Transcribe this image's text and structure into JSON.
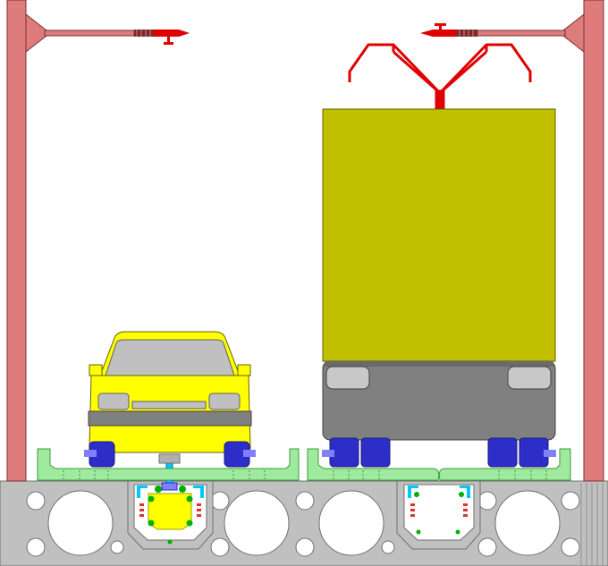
{
  "colors": {
    "background": "#ffffff",
    "pole": "#de7b7b",
    "pole_outline": "#7a3030",
    "insulator": "#7a2b2b",
    "pantograph": "#e00000",
    "car_body": "#ffff00",
    "car_glass": "#c0c0c0",
    "car_trim": "#808080",
    "truck_body": "#c0c000",
    "truck_rear": "#808080",
    "truck_lamp": "#c8c8c8",
    "tire": "#2d2dc8",
    "tire_hub": "#8080ff",
    "lane_tray": "#a0eaa0",
    "lane_tray_outline": "#3c9a3c",
    "concrete": "#c0c0c0",
    "concrete_outline": "#707070",
    "channel_fill": "#ffff00",
    "rail_cyan": "#00c8ff",
    "contact_green": "#00b000",
    "contact_red": "#e03030"
  },
  "objects": {
    "left_pole": "overhead-pole-left",
    "right_pole": "overhead-pole-right",
    "car": "passenger-car-rear",
    "truck": "truck-rear",
    "pantograph": "truck-pantograph",
    "road_left_lane": "lane-tray-left",
    "road_right_lane": "lane-tray-right",
    "road_slab": "concrete-road-slab",
    "left_channel": "ground-conductor-channel-occupied",
    "right_channel": "ground-conductor-channel-empty"
  }
}
